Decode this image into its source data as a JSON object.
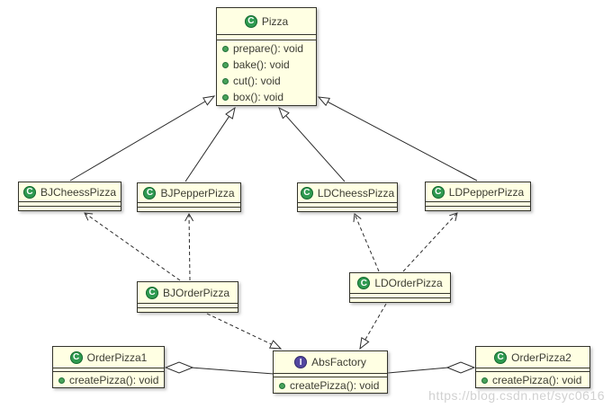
{
  "icons": {
    "class_icon_letter": "C",
    "interface_icon_letter": "I"
  },
  "colors": {
    "box_fill": "#ffffe3",
    "box_border": "#33332b",
    "class_icon_green": "#2f9a50",
    "interface_icon_purple": "#5347a0",
    "method_dot_green": "#49a35a",
    "line_color": "#2b2b2b",
    "watermark_gray": "#c9c9c9"
  },
  "classes": {
    "pizza": {
      "name": "Pizza",
      "methods": [
        "prepare(): void",
        "bake(): void",
        "cut(): void",
        "box(): void"
      ]
    },
    "bj_cheess_pizza": {
      "name": "BJCheessPizza"
    },
    "bj_pepper_pizza": {
      "name": "BJPepperPizza"
    },
    "ld_cheess_pizza": {
      "name": "LDCheessPizza"
    },
    "ld_pepper_pizza": {
      "name": "LDPepperPizza"
    },
    "bj_order_pizza": {
      "name": "BJOrderPizza"
    },
    "ld_order_pizza": {
      "name": "LDOrderPizza"
    },
    "order_pizza_1": {
      "name": "OrderPizza1",
      "methods": [
        "createPizza(): void"
      ]
    },
    "abs_factory": {
      "name": "AbsFactory",
      "methods": [
        "createPizza(): void"
      ]
    },
    "order_pizza_2": {
      "name": "OrderPizza2",
      "methods": [
        "createPizza(): void"
      ]
    }
  },
  "relationships": [
    {
      "type": "generalization",
      "from": "BJCheessPizza",
      "to": "Pizza"
    },
    {
      "type": "generalization",
      "from": "BJPepperPizza",
      "to": "Pizza"
    },
    {
      "type": "generalization",
      "from": "LDCheessPizza",
      "to": "Pizza"
    },
    {
      "type": "generalization",
      "from": "LDPepperPizza",
      "to": "Pizza"
    },
    {
      "type": "dependency",
      "from": "BJOrderPizza",
      "to": "BJCheessPizza"
    },
    {
      "type": "dependency",
      "from": "BJOrderPizza",
      "to": "BJPepperPizza"
    },
    {
      "type": "dependency",
      "from": "LDOrderPizza",
      "to": "LDCheessPizza"
    },
    {
      "type": "dependency",
      "from": "LDOrderPizza",
      "to": "LDPepperPizza"
    },
    {
      "type": "realization",
      "from": "BJOrderPizza",
      "to": "AbsFactory"
    },
    {
      "type": "realization",
      "from": "LDOrderPizza",
      "to": "AbsFactory"
    },
    {
      "type": "aggregation",
      "from": "OrderPizza1",
      "to": "AbsFactory"
    },
    {
      "type": "aggregation",
      "from": "OrderPizza2",
      "to": "AbsFactory"
    }
  ],
  "watermark": {
    "text": "https://blog.csdn.net/syc0616"
  }
}
